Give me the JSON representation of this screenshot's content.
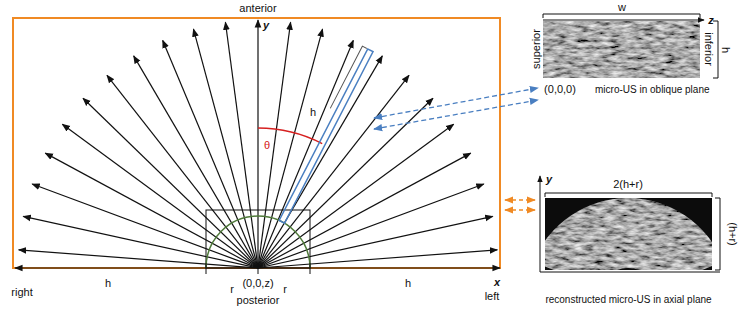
{
  "diagram": {
    "nodes": [
      {
        "text": [
          "micro-US in oblique plane"
        ]
      },
      {
        "text": [
          "reconstructed micro-US in axial plane"
        ]
      }
    ],
    "labels": [
      "anterior",
      "y",
      "θ",
      "h",
      "right",
      "h",
      "r",
      "(0,0,z)",
      "r",
      "h",
      "x",
      "left",
      "posterior",
      "w",
      "z",
      "superior",
      "inferior",
      "h",
      "(0,0,0)",
      "y",
      "2(h+r)",
      "(h+r)"
    ]
  }
}
